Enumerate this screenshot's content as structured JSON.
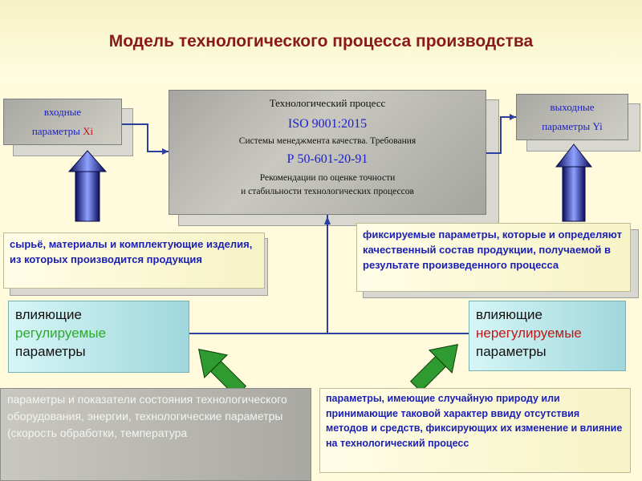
{
  "title": "Модель технологического процесса производства",
  "process": {
    "heading": "Технологический процесс",
    "iso": "ISO 9001:2015",
    "iso_desc": "Системы менеджмента качества. Требования",
    "gost": "Р 50-601-20-91",
    "gost_desc_1": "Рекомендации по оценке точности",
    "gost_desc_2": "и стабильности технологических процессов"
  },
  "inputs": {
    "line1": "входные",
    "line2": "параметры ",
    "symbol": "Xi"
  },
  "outputs": {
    "line1": "выходные",
    "line2": "параметры Yi"
  },
  "raw_materials": "сырьё, материалы и комплектующие изделия, из которых производится продукция",
  "fixed_params": "фиксируемые параметры, которые и определяют качественный состав продукции, получаемой в результате произведенного процесса",
  "regulated": {
    "line1": "влияющие",
    "line2": "регулируемые",
    "line3": "параметры"
  },
  "unregulated": {
    "line1": "влияющие",
    "line2": "нерегулируемые",
    "line3": "параметры"
  },
  "equipment_params": "параметры и показатели состояния технологического оборудования, энергии, технологические параметры (скорость обработки, температура",
  "random_params": "параметры, имеющие случайную природу или принимающие таковой характер ввиду отсутствия методов и средств, фиксирующих их изменение и влияние на технологический процесс",
  "colors": {
    "title": "#8a1919",
    "blue_text": "#1d21c9",
    "green": "#2fa82f",
    "red": "#c01717",
    "line": "#2a3f9e"
  }
}
